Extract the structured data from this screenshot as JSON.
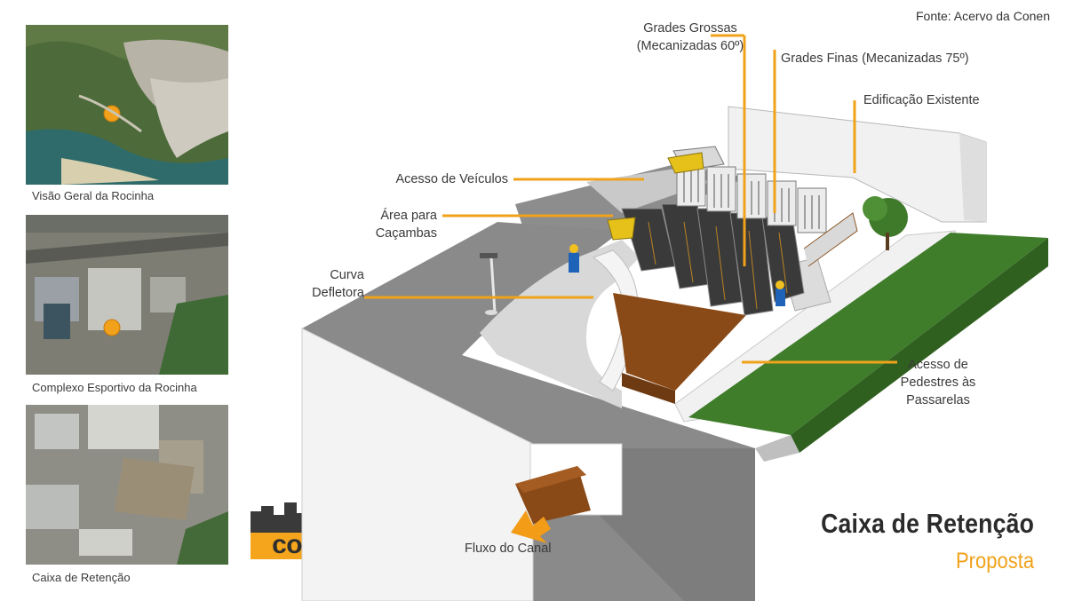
{
  "source": "Fonte: Acervo da Conen",
  "title": "Caixa de Retenção",
  "subtitle": "Proposta",
  "logo_text": "conen",
  "thumbnails": [
    {
      "caption": "Visão Geral da Rocinha"
    },
    {
      "caption": "Complexo Esportivo da Rocinha"
    },
    {
      "caption": "Caixa de Retenção"
    }
  ],
  "labels": {
    "grades_grossas_1": "Grades Grossas",
    "grades_grossas_2": "(Mecanizadas 60º)",
    "grades_finas": "Grades Finas (Mecanizadas 75º)",
    "edificacao": "Edificação Existente",
    "acesso_veiculos": "Acesso de Veículos",
    "area_cacambas_1": "Área para",
    "area_cacambas_2": "Caçambas",
    "curva_1": "Curva",
    "curva_2": "Defletora",
    "pedestres_1": "Acesso de",
    "pedestres_2": "Pedestres às",
    "pedestres_3": "Passarelas",
    "fluxo": "Fluxo do Canal"
  },
  "colors": {
    "accent": "#f0a21a",
    "leader_line": "#f0a21a",
    "grass": "#3f7d2b",
    "pavement": "#8a8a8a",
    "channel": "#8a4a17"
  }
}
